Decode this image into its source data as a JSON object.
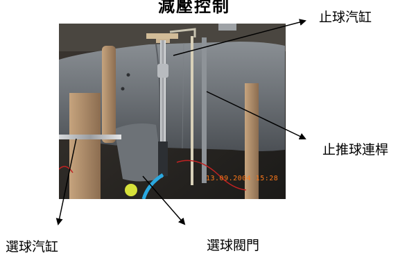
{
  "title": "減壓控制",
  "labels": {
    "stop_ball_cylinder": "止球汽缸",
    "stop_push_rod": "止推球連桿",
    "select_ball_cylinder": "選球汽缸",
    "select_ball_valve": "選球閥門"
  },
  "photo": {
    "timestamp": "13.09.2004 15:28"
  },
  "colors": {
    "arrow": "#000000",
    "cylinder": "#6f7479",
    "wood": "#a88564",
    "timestamp": "#ff7a1a"
  }
}
